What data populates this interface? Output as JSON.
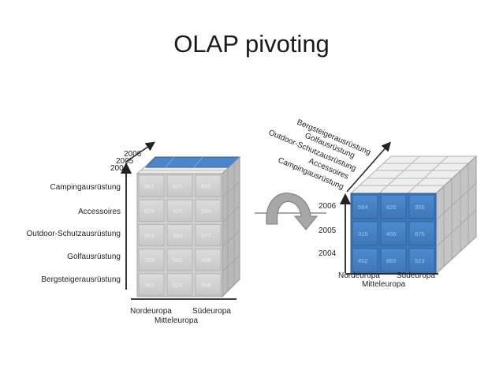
{
  "slide": {
    "title": "OLAP pivoting"
  },
  "left_cube": {
    "years": [
      "2006",
      "2005",
      "2004"
    ],
    "rows": [
      "Campingausrüstung",
      "Accessoires",
      "Outdoor-Schutzausrüstung",
      "Golfausrüstung",
      "Bergsteigerausrüstung"
    ],
    "regions_top": [
      "Nordeuropa",
      "Südeuropa"
    ],
    "region_middle": "Mitteleuropa",
    "values": [
      [
        "583",
        "825",
        "935"
      ],
      [
        "629",
        "425",
        "534"
      ],
      [
        "953",
        "996",
        "977"
      ],
      [
        "353",
        "562",
        "496"
      ],
      [
        "564",
        "826",
        "356"
      ]
    ]
  },
  "right_cube": {
    "products": [
      "Bergsteigerausrüstung",
      "Golfausrüstung",
      "Outdoor-Schutzausrüstung",
      "Accessoires",
      "Campingausrüstung"
    ],
    "years": [
      "2006",
      "2005",
      "2004"
    ],
    "regions_top": [
      "Nordeuropa",
      "Südeuropa"
    ],
    "region_middle": "Mitteleuropa",
    "values": [
      [
        "564",
        "826",
        "356"
      ],
      [
        "315",
        "456",
        "675"
      ],
      [
        "452",
        "865",
        "523"
      ]
    ]
  },
  "colors": {
    "grey_face": "#d6d6d6",
    "blue_face": "#4a86c8",
    "arrow": "#8c8c8c"
  }
}
